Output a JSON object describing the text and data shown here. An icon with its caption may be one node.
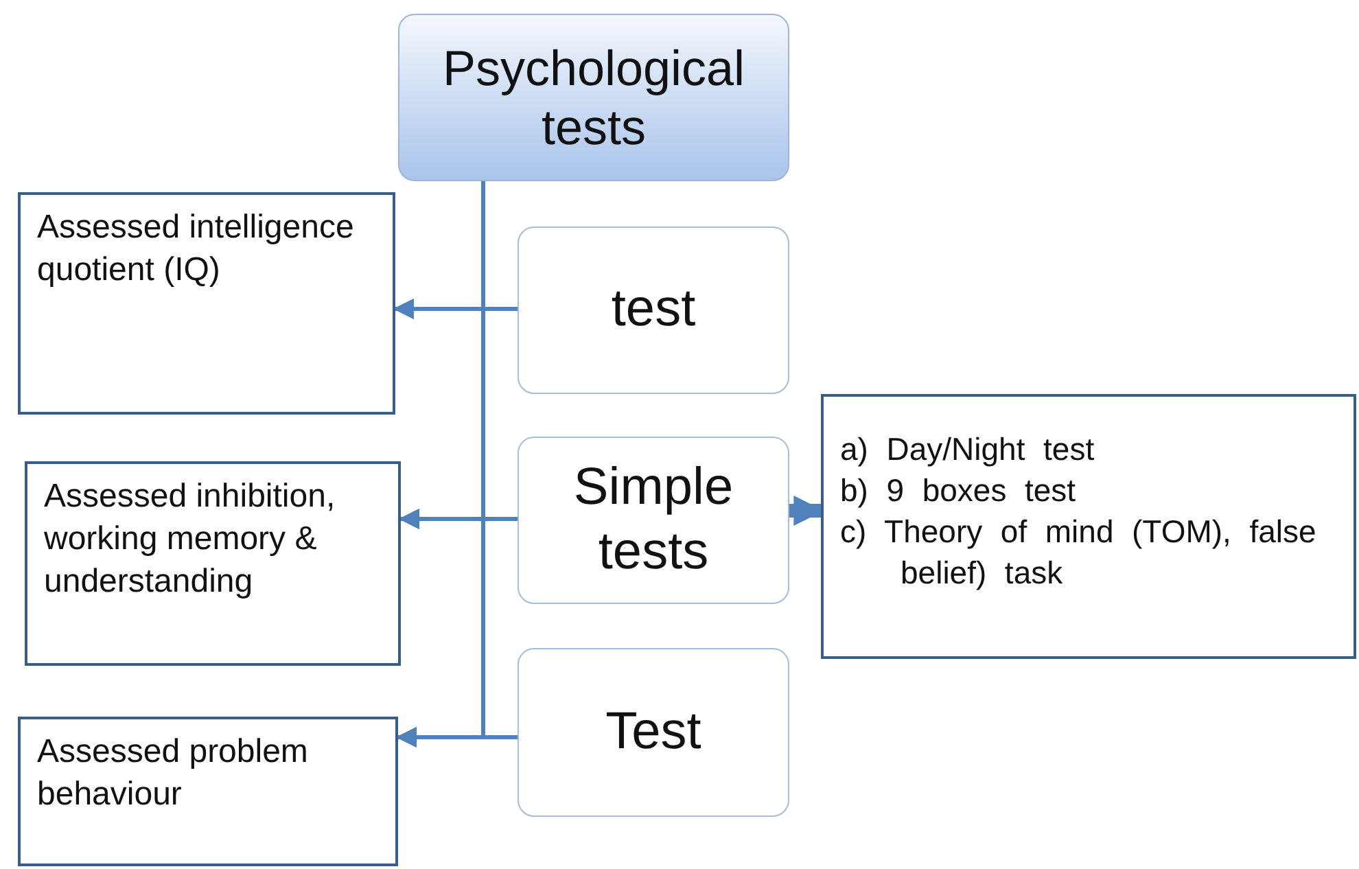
{
  "diagram": {
    "nodes": [
      {
        "text": [
          "Psychological tests"
        ]
      },
      {
        "text": [
          "Assessed intelligence quotient (IQ)"
        ]
      },
      {
        "text": [
          "test"
        ]
      },
      {
        "text": [
          "Assessed inhibition, working memory & understanding"
        ]
      },
      {
        "text": [
          "Simple tests"
        ]
      },
      {
        "text": [
          "a) Day/Night test",
          "b) 9 boxes test",
          "c) Theory of mind (TOM), false belief) task"
        ]
      },
      {
        "text": [
          "Assessed problem behaviour"
        ]
      },
      {
        "text": [
          "Test"
        ]
      }
    ],
    "edges": [
      {
        "from": 0,
        "to": 1,
        "arrow": "to"
      },
      {
        "from": 2,
        "to": 1,
        "arrow": "to"
      },
      {
        "from": 0,
        "to": 3,
        "arrow": "to"
      },
      {
        "from": 4,
        "to": 3,
        "arrow": "to"
      },
      {
        "from": 0,
        "to": 6,
        "arrow": "to"
      },
      {
        "from": 7,
        "to": 6,
        "arrow": "to"
      },
      {
        "from": 4,
        "to": 5,
        "arrow": "to",
        "style": "thick"
      }
    ]
  }
}
